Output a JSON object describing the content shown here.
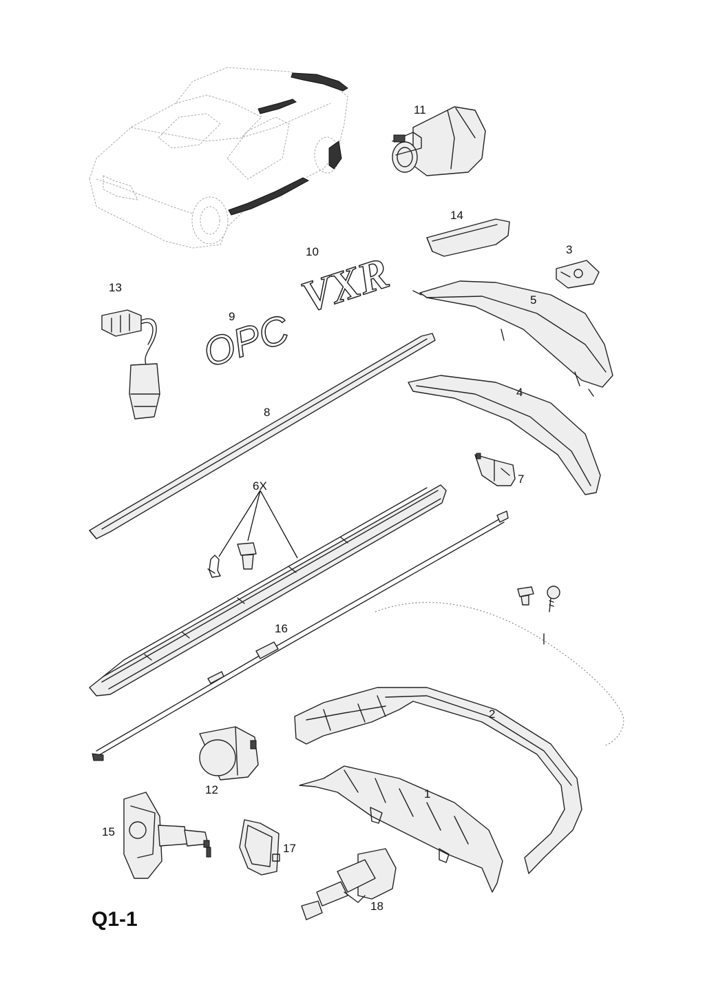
{
  "diagram": {
    "code": "Q1-1",
    "callouts": {
      "p1": "1",
      "p2": "2",
      "p3": "3",
      "p4": "4",
      "p5": "5",
      "p6": "6X",
      "p7": "7",
      "p8": "8",
      "p9": "9",
      "p10": "10",
      "p11": "11",
      "p12": "12",
      "p13": "13",
      "p14": "14",
      "p15": "15",
      "p16": "16",
      "p17": "17",
      "p18": "18"
    },
    "badges": {
      "opc": "OPC",
      "vxr": "VXR"
    }
  }
}
